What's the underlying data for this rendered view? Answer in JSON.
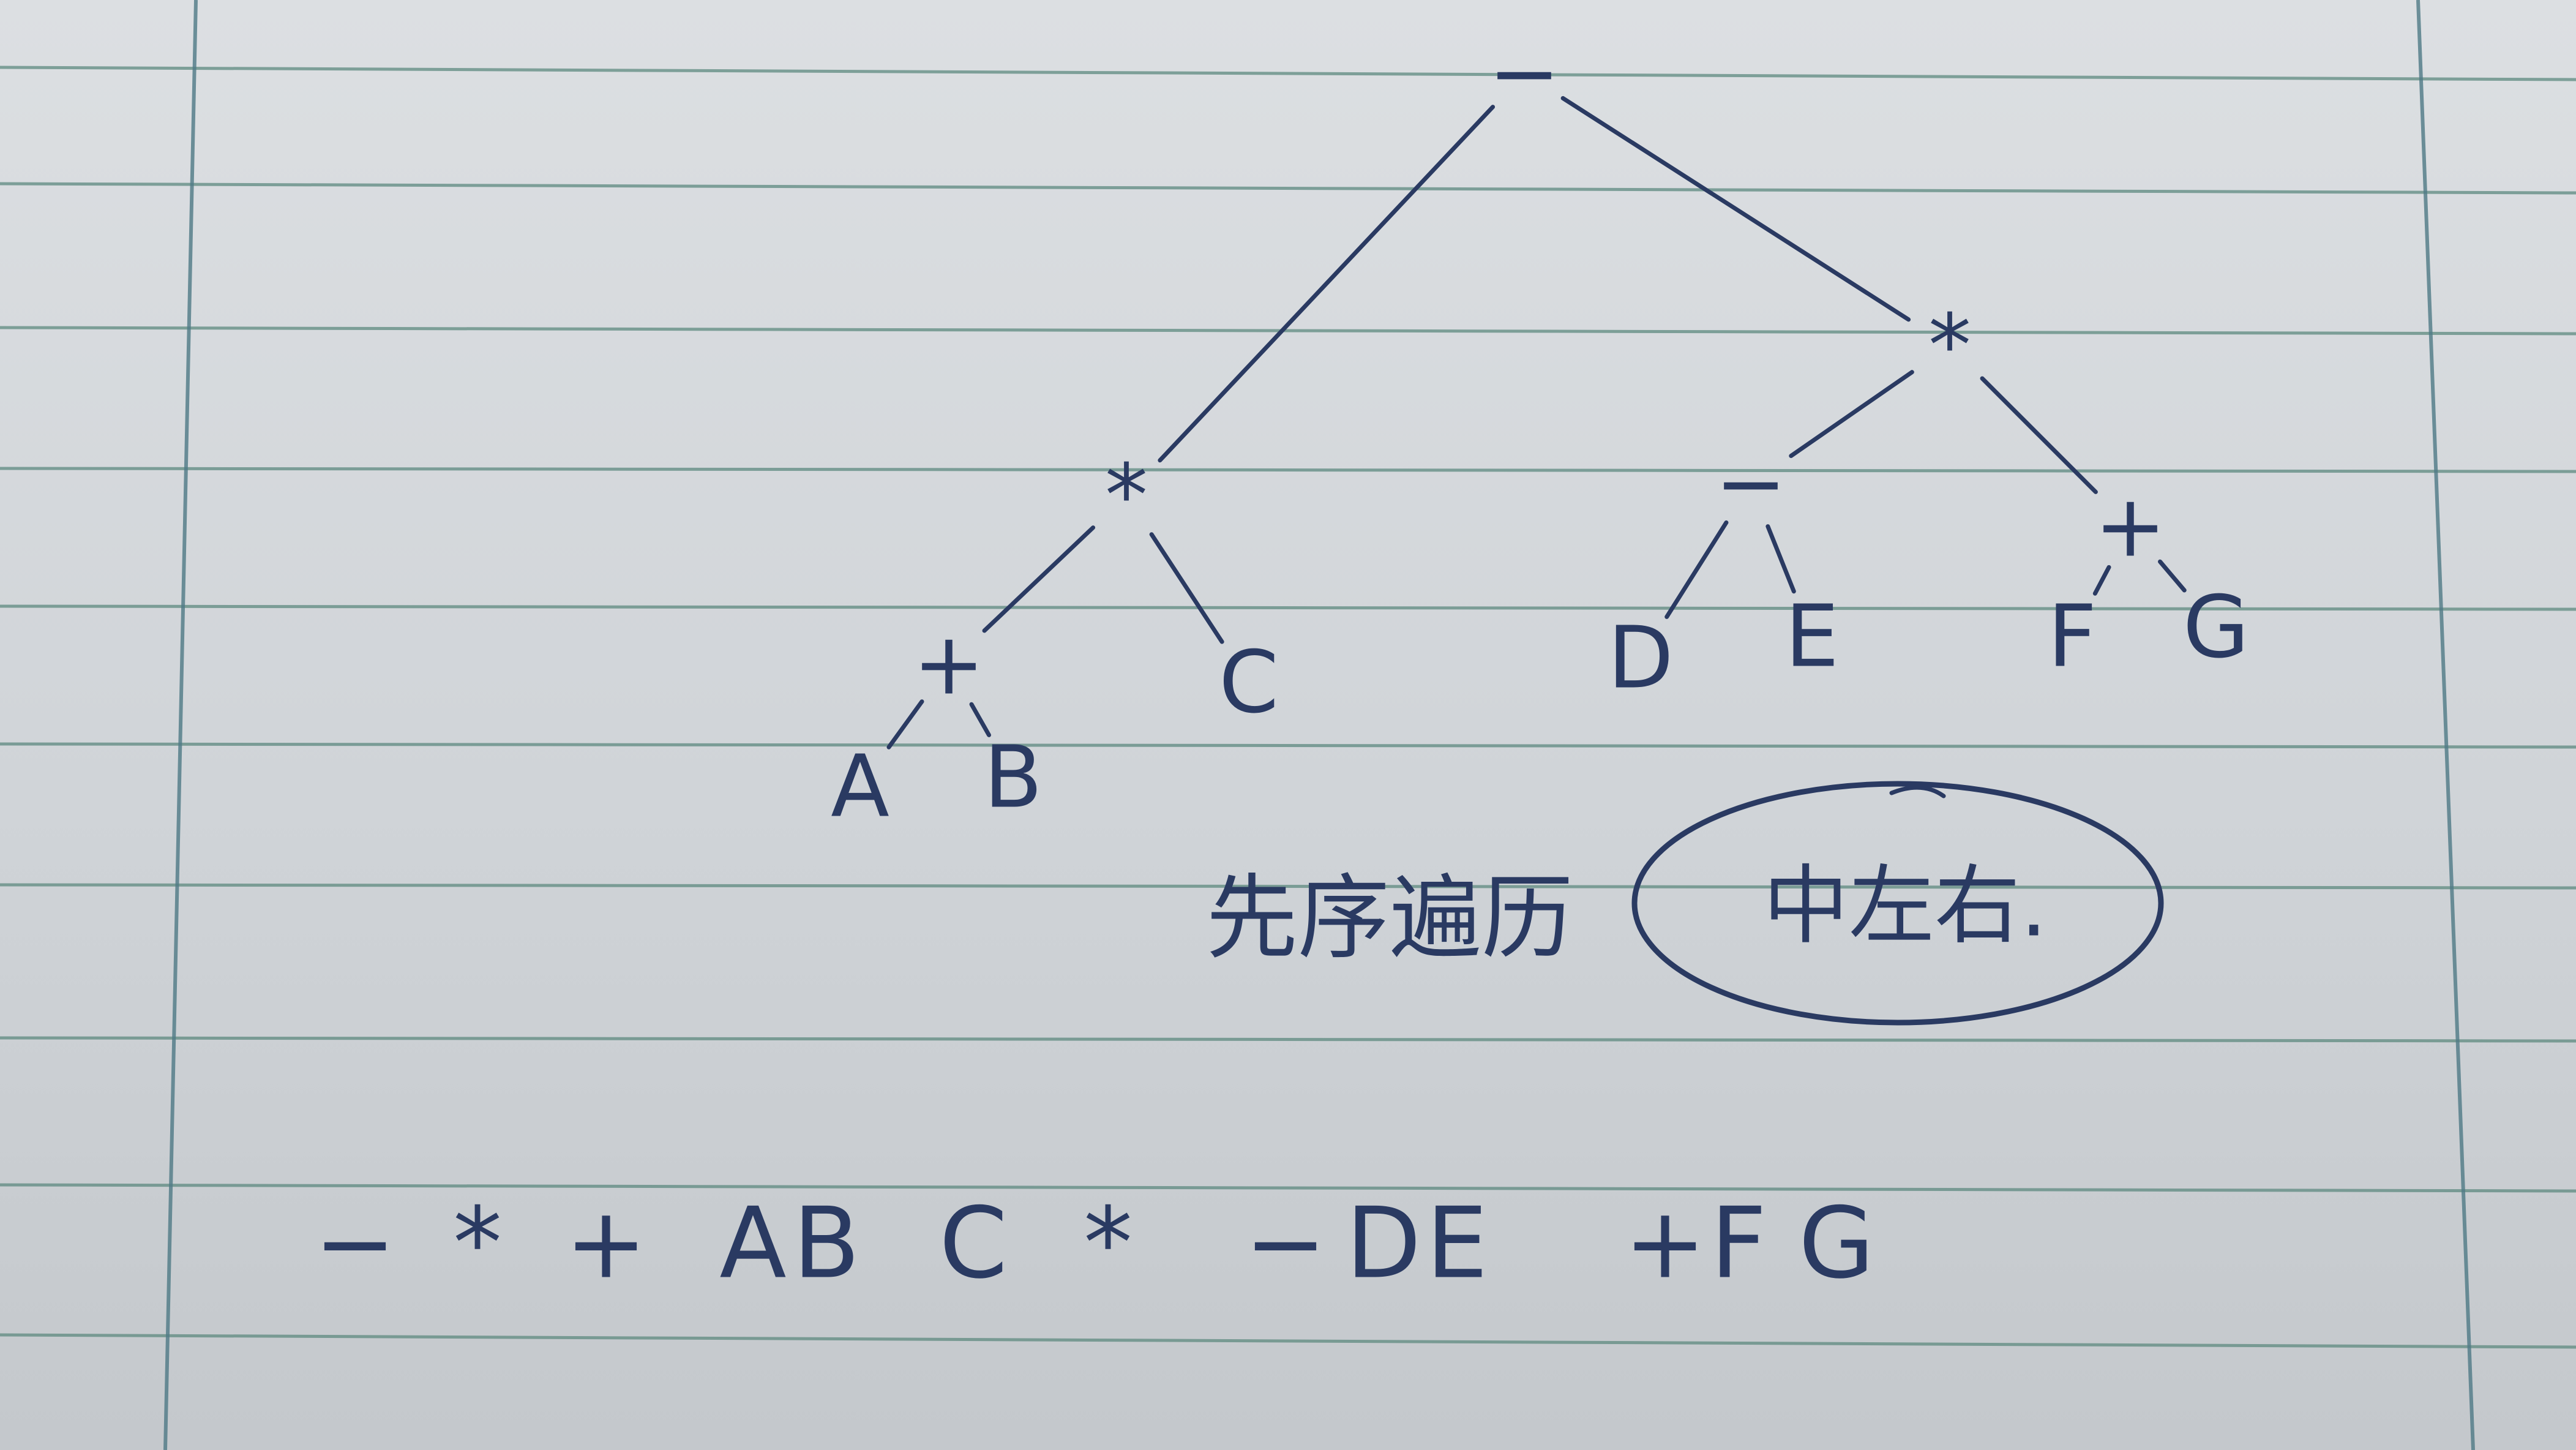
{
  "tree": {
    "nodes": [
      {
        "id": "root",
        "label": "−"
      },
      {
        "id": "mul_left",
        "label": "*"
      },
      {
        "id": "mul_right",
        "label": "*"
      },
      {
        "id": "plus_ab",
        "label": "+"
      },
      {
        "id": "c",
        "label": "C"
      },
      {
        "id": "minus_de",
        "label": "−"
      },
      {
        "id": "plus_fg",
        "label": "+"
      },
      {
        "id": "a",
        "label": "A"
      },
      {
        "id": "b",
        "label": "B"
      },
      {
        "id": "d",
        "label": "D"
      },
      {
        "id": "e",
        "label": "E"
      },
      {
        "id": "f",
        "label": "F"
      },
      {
        "id": "g",
        "label": "G"
      }
    ],
    "edges": [
      [
        "root",
        "mul_left"
      ],
      [
        "root",
        "mul_right"
      ],
      [
        "mul_left",
        "plus_ab"
      ],
      [
        "mul_left",
        "c"
      ],
      [
        "plus_ab",
        "a"
      ],
      [
        "plus_ab",
        "b"
      ],
      [
        "mul_right",
        "minus_de"
      ],
      [
        "mul_right",
        "plus_fg"
      ],
      [
        "minus_de",
        "d"
      ],
      [
        "minus_de",
        "e"
      ],
      [
        "plus_fg",
        "f"
      ],
      [
        "plus_fg",
        "g"
      ]
    ]
  },
  "note": {
    "label": "先序遍历",
    "order": "中左右."
  },
  "preorder": {
    "tokens": [
      "−",
      "*",
      "+",
      "A",
      "B",
      "C",
      "*",
      "−",
      "D",
      "E",
      "+",
      "F",
      "G"
    ]
  },
  "colors": {
    "ink": "#2a3a62",
    "paper": "#d6d9dc",
    "rule_line": "#5e8a80",
    "margin_line": "#4f7a86"
  }
}
